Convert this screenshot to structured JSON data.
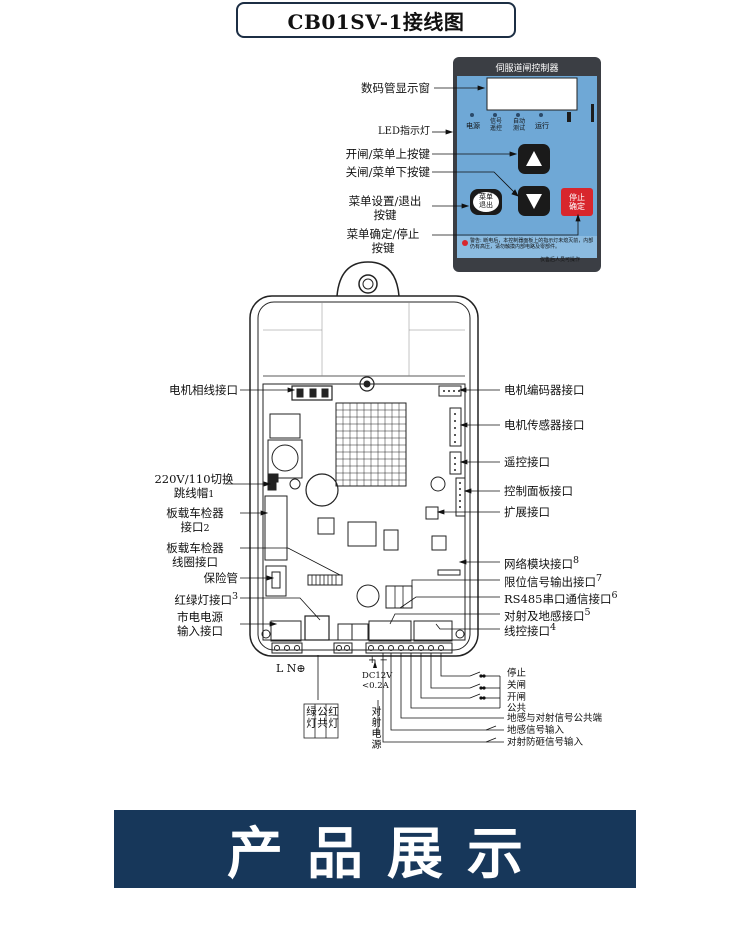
{
  "title": "CB01SV-1接线图",
  "panel": {
    "header": "伺服道闸控制器",
    "led_labels": [
      "电源",
      "信号\n遥控",
      "自动\n测试",
      "运行"
    ],
    "menu_button": "菜单\n退出",
    "stop_button": "停止\n确定",
    "warning": "警告: 断电后，本控制器面板上的指示灯未熄灭前，内部仍有高压，请勿触摸内部电路及零部件。",
    "footer_note": "仅售后人员可操作",
    "colors": {
      "panel": "#6fa8d6",
      "dark": "#3b3e44",
      "stop": "#d8262d"
    }
  },
  "panel_callouts": {
    "display": "数码管显示窗",
    "led": "LED指示灯",
    "open_up": "开闸/菜单上按键",
    "close_down": "关闸/菜单下按键",
    "menu_set_line1": "菜单设置/退出",
    "menu_set_line2": "按键",
    "confirm_line1": "菜单确定/停止",
    "confirm_line2": "按键"
  },
  "board_left_labels": {
    "motor_phase": "电机相线接口",
    "jumper_line1": "220V/110切换",
    "jumper_line2": "跳线帽",
    "jumper_sub": "1",
    "detector_line1": "板载车检器",
    "detector_line2": "接口",
    "detector_sub": "2",
    "loop_line1": "板载车检器",
    "loop_line2": "线圈接口",
    "fuse": "保险管",
    "traffic_light": "红绿灯接口",
    "traffic_light_sup": "3",
    "mains_line1": "市电电源",
    "mains_line2": "输入接口"
  },
  "board_right_labels": {
    "encoder": "电机编码器接口",
    "sensor": "电机传感器接口",
    "remote": "遥控接口",
    "control_panel": "控制面板接口",
    "expansion": "扩展接口",
    "network": "网络模块接口",
    "network_sup": "8",
    "limit": "限位信号输出接口",
    "limit_sup": "7",
    "rs485": "RS485串口通信接口",
    "rs485_sup": "6",
    "beam_loop": "对射及地感接口",
    "beam_loop_sup": "5",
    "wired": "线控接口",
    "wired_sup": "4"
  },
  "bottom_labels": {
    "ln": "L N⊕",
    "traffic_cols": [
      "绿灯",
      "公共",
      "红灯"
    ],
    "power_pm": "+ −",
    "power_spec_1": "DC12V",
    "power_spec_2": "<0.2A",
    "beam_power": "对射电源",
    "wires": [
      "停止",
      "关闸",
      "开闸",
      "公共",
      "地感与对射信号公共端",
      "地感信号输入",
      "对射防砸信号输入"
    ]
  },
  "banner": {
    "text": "产品展示",
    "color": "#17375a"
  }
}
